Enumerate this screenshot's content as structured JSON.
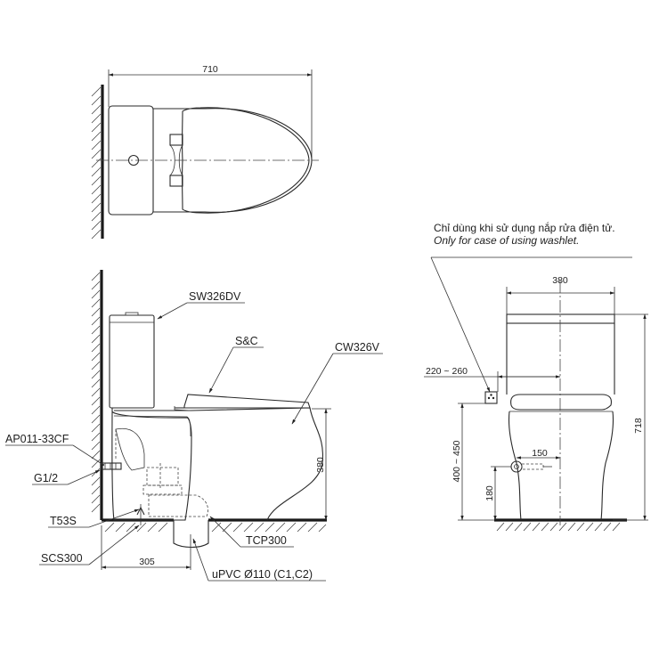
{
  "top_view": {
    "width_dim": "710"
  },
  "side_view": {
    "labels": {
      "tank": "SW326DV",
      "seat": "S&C",
      "bowl": "CW326V",
      "angle_valve": "AP011-33CF",
      "supply_thread": "G1/2",
      "floor_bolt": "T53S",
      "seal": "SCS300",
      "flange": "TCP300",
      "drain_pipe": "uPVC Ø110 (C1,C2)"
    },
    "dims": {
      "rough_in": "305",
      "seat_height": "380"
    }
  },
  "front_view": {
    "note_vi": "Chỉ dùng khi sử dụng nắp rửa điện tử.",
    "note_en": "Only for case of using washlet.",
    "dims": {
      "tank_width": "380",
      "outlet_offset": "220 ~ 260",
      "outlet_height": "400 ~ 450",
      "supply_offset": "150",
      "supply_height": "180",
      "total_height": "718"
    }
  },
  "colors": {
    "line": "#2a2a2a",
    "background": "#ffffff"
  }
}
